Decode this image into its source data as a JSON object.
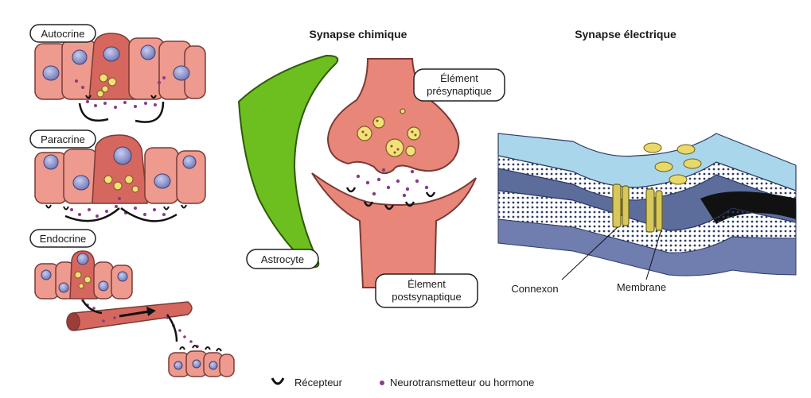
{
  "panels": {
    "autocrine": "Autocrine",
    "paracrine": "Paracrine",
    "endocrine": "Endocrine"
  },
  "chemical_synapse": {
    "title": "Synapse chimique",
    "presynaptic_line1": "Élément",
    "presynaptic_line2": "présynaptique",
    "postsynaptic_line1": "Élement",
    "postsynaptic_line2": "postsynaptique",
    "astrocyte": "Astrocyte"
  },
  "electrical_synapse": {
    "title": "Synapse électrique",
    "connexon": "Connexon",
    "membrane": "Membrane"
  },
  "legend": {
    "receptor": "Récepteur",
    "neurotransmitter": "Neurotransmetteur ou hormone"
  },
  "colors": {
    "cell": "#e8867a",
    "cell_dark": "#c75a52",
    "nucleus": "#8a8fc9",
    "astrocyte": "#6cbf1e",
    "vesicle": "#f2e07a",
    "dot": "#8a3c86",
    "membrane_light": "#a9d6ea",
    "membrane_dark": "#5c6d9c"
  }
}
